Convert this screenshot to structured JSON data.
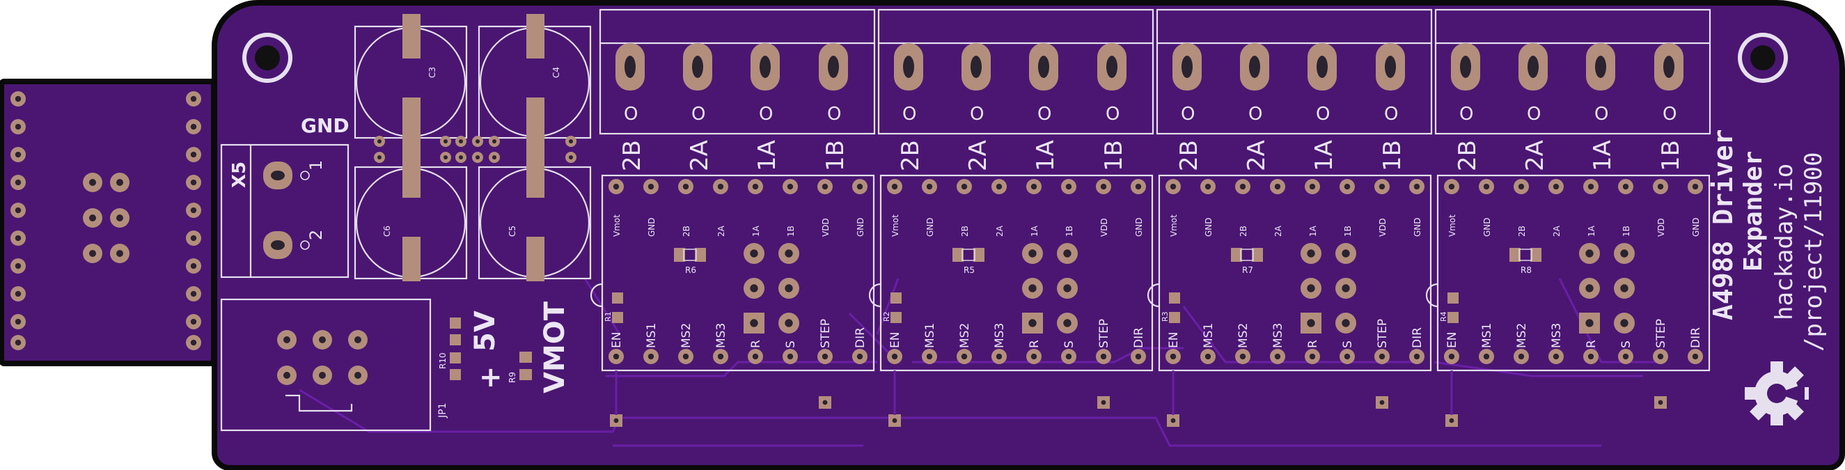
{
  "board": {
    "title": "A4988 Driver Expander",
    "title_line1": "A4988 Driver",
    "title_line2": "Expander",
    "url_line1": "hackaday.io",
    "url_line2": "/project/11900",
    "colors": {
      "board": "#4a1672",
      "outline": "#0a0a0a",
      "silk": "#e6e0ee",
      "copper": "#b48e7c",
      "trace": "#5e1c92"
    }
  },
  "labels": {
    "gnd": "GND",
    "x5": "X5",
    "pin1": "1",
    "pin2": "2",
    "plus": "+",
    "v5": "5V",
    "vmot": "VMOT",
    "jp": "JP1",
    "r9": "R9",
    "r10": "R10"
  },
  "caps": [
    {
      "id": "C3"
    },
    {
      "id": "C4"
    },
    {
      "id": "C6"
    },
    {
      "id": "C5"
    }
  ],
  "motor_labels": [
    "2B",
    "2A",
    "1A",
    "1B"
  ],
  "connector_pin_mark": "O",
  "driver_top_pins": [
    "Vmot",
    "GND",
    "2B",
    "2A",
    "1A",
    "1B",
    "VDD",
    "GND"
  ],
  "driver_bottom_pins": [
    "EN",
    "MS1",
    "MS2",
    "MS3",
    "R",
    "S",
    "STEP",
    "DIR"
  ],
  "drivers": [
    {
      "res_label": "R6",
      "res_side": "R1"
    },
    {
      "res_label": "R5",
      "res_side": "R2"
    },
    {
      "res_label": "R7",
      "res_side": "R3"
    },
    {
      "res_label": "R8",
      "res_side": "R4"
    }
  ]
}
